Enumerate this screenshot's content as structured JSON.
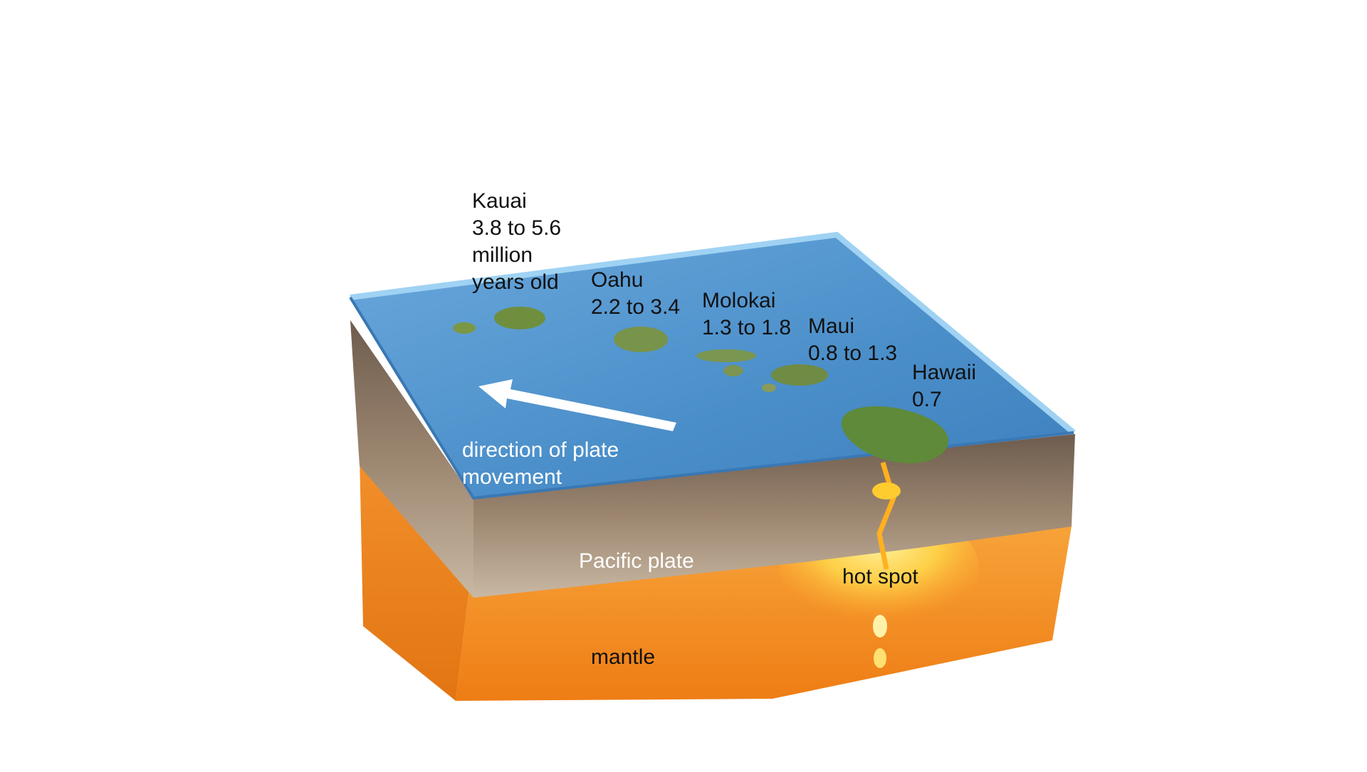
{
  "labels": {
    "kauai": {
      "name": "Kauai",
      "age_line1": "3.8 to 5.6",
      "age_line2": "million",
      "age_line3": "years old"
    },
    "oahu": {
      "name": "Oahu",
      "age": "2.2 to 3.4"
    },
    "molokai": {
      "name": "Molokai",
      "age": "1.3 to 1.8"
    },
    "maui": {
      "name": "Maui",
      "age": "0.8 to 1.3"
    },
    "hawaii": {
      "name": "Hawaii",
      "age": "0.7"
    },
    "direction": {
      "line1": "direction of plate",
      "line2": "movement"
    },
    "pacific_plate": "Pacific plate",
    "hot_spot": "hot spot",
    "mantle": "mantle"
  },
  "colors": {
    "ocean": "#4a8ec9",
    "ocean_light": "#7fb6e2",
    "crust": "#8a7560",
    "mantle": "#f08a1e",
    "magma": "#ffd84a",
    "island": "#6f8f3f"
  }
}
